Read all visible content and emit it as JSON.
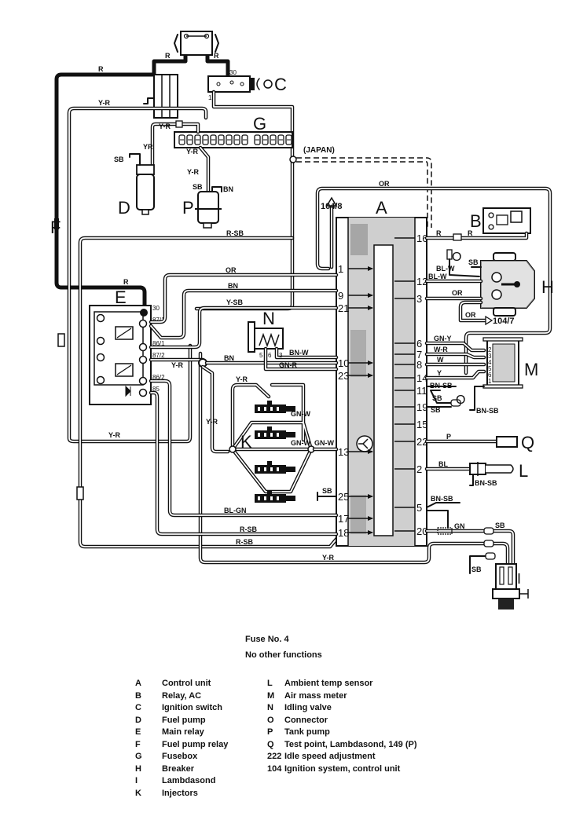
{
  "diagram": {
    "title_note": "(JAPAN)",
    "components": {
      "A": "A",
      "B": "B",
      "C": "C",
      "D": "D",
      "E": "E",
      "F": "F",
      "G": "G",
      "H": "H",
      "I": "I",
      "K": "K",
      "L": "L",
      "M": "M",
      "N": "N",
      "O1": "O",
      "O2": "O",
      "P": "P",
      "Q": "Q"
    },
    "refs": {
      "ref_104_8": "104/8",
      "ref_104_7": "104/7"
    },
    "control_unit_pins_left": [
      "1",
      "9",
      "21",
      "10",
      "23",
      "13",
      "25",
      "17",
      "18"
    ],
    "control_unit_pins_right": [
      "16",
      "12",
      "3",
      "6",
      "7",
      "8",
      "14",
      "11",
      "19",
      "15",
      "22",
      "2",
      "5",
      "20"
    ],
    "relay_terminals": [
      "30",
      "87/1",
      "86/1",
      "87/2",
      "86/2",
      "85"
    ],
    "ignition_terminals": [
      "30",
      "15"
    ],
    "air_mass_pins": [
      "2",
      "3",
      "4",
      "5",
      "6",
      "1"
    ],
    "idle_valve_pins": [
      "5",
      "6",
      "3"
    ],
    "wire_labels": {
      "r_top_left": "R",
      "r_top_mid": "R",
      "r_top_right": "R",
      "y_r_top": "Y-R",
      "y_r_fuse": "Y-R",
      "yr_d": "YR",
      "y_r_p1": "Y-R",
      "y_r_p2": "Y-R",
      "sb_d": "SB",
      "sb_p": "SB",
      "bn_p": "BN",
      "r_sb_mid": "R-SB",
      "or_top": "OR",
      "r_16a": "R",
      "r_16b": "R",
      "r_relay": "R",
      "or_relay": "OR",
      "bn_relay": "BN",
      "y_sb_relay": "Y-SB",
      "y_r_relay": "Y-R",
      "bn_mid": "BN",
      "bn_w_n": "BN-W",
      "gn_r_n": "GN-R",
      "y_r_k": "Y-R",
      "gn_w_k1": "GN-W",
      "gn_w_k2": "GN-W",
      "gn_w_k3": "GN-W",
      "y_r_vert": "Y-R",
      "y_r_left": "Y-R",
      "sb_25": "SB",
      "bl_gn_17": "BL-GN",
      "r_sb_18a": "R-SB",
      "r_sb_18b": "R-SB",
      "y_r_bottom": "Y-R",
      "bl_w_o": "BL-W",
      "bl_w_12": "BL-W",
      "sb_h": "SB",
      "or_3": "OR",
      "or_104": "OR",
      "gn_y": "GN-Y",
      "w_r": "W-R",
      "w": "W",
      "y": "Y",
      "bn_sb_11": "BN-SB",
      "sb_19a": "SB",
      "sb_19b": "SB",
      "bn_sb_m": "BN-SB",
      "p_22": "P",
      "bl_2": "BL",
      "bn_sb_l": "BN-SB",
      "bn_sb_5": "BN-SB",
      "gn_20": "GN",
      "sb_i1": "SB",
      "sb_i2": "SB",
      "cu_9": "9"
    }
  },
  "fuse": {
    "line1": "Fuse No. 4",
    "line2": "No other functions"
  },
  "legend": {
    "left": [
      {
        "key": "A",
        "label": "Control unit"
      },
      {
        "key": "B",
        "label": "Relay, AC"
      },
      {
        "key": "C",
        "label": "Ignition switch"
      },
      {
        "key": "D",
        "label": "Fuel pump"
      },
      {
        "key": "E",
        "label": "Main relay"
      },
      {
        "key": "F",
        "label": "Fuel pump relay"
      },
      {
        "key": "G",
        "label": "Fusebox"
      },
      {
        "key": "H",
        "label": "Breaker"
      },
      {
        "key": "I",
        "label": "Lambdasond"
      },
      {
        "key": "K",
        "label": "Injectors"
      }
    ],
    "right": [
      {
        "key": "L",
        "label": "Ambient temp sensor"
      },
      {
        "key": "M",
        "label": "Air mass meter"
      },
      {
        "key": "N",
        "label": "Idling valve"
      },
      {
        "key": "O",
        "label": "Connector"
      },
      {
        "key": "P",
        "label": "Tank pump"
      },
      {
        "key": "Q",
        "label": "Test point, Lambdasond, 149 (P)"
      },
      {
        "key": "222",
        "label": "Idle speed adjustment"
      },
      {
        "key": "104",
        "label": "Ignition system, control unit"
      }
    ]
  }
}
